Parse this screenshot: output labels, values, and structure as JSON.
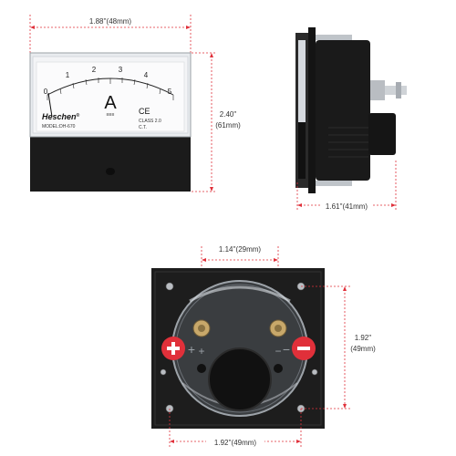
{
  "colors": {
    "accent": "#e0303a",
    "body": "#1a1a1a",
    "dimline": "#e0303a"
  },
  "icons": {
    "plus_badge": "plus-circle-icon",
    "minus_badge": "minus-circle-icon"
  },
  "front": {
    "width_label": "1.88''(48mm)",
    "height_label_1": "2.40\"",
    "height_label_2": "(61mm)",
    "scale_ticks": [
      "0",
      "1",
      "2",
      "3",
      "4",
      "5"
    ],
    "unit": "A",
    "unit_sub": "≡≡≡",
    "brand": "Heschen",
    "brand_mark": "®",
    "ce_mark": "CE",
    "model": "MODEL:DH-670",
    "class_label": "CLASS  2.0",
    "ct_label": "C.T."
  },
  "side": {
    "depth_label": "1.61''(41mm)"
  },
  "rear": {
    "terminal_spacing_label": "1.14''(29mm)",
    "height_label_1": "1.92''",
    "height_label_2": "(49mm)",
    "width_label": "1.92''(49mm)",
    "plus_symbol": "+",
    "minus_symbol": "−",
    "terminal_plus_mark": "+",
    "terminal_minus_mark": "−"
  }
}
